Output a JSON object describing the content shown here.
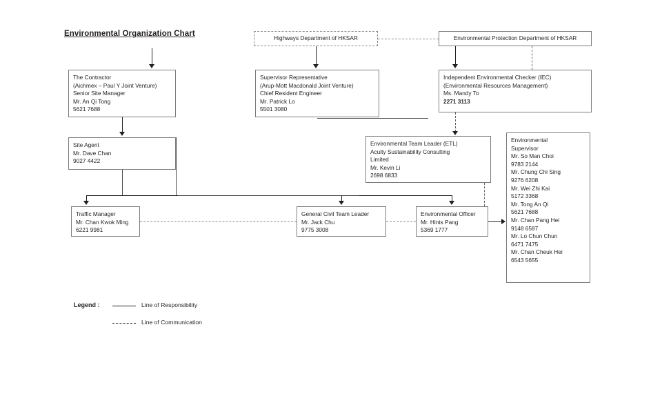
{
  "title": "Environmental Organization Chart",
  "nodes": {
    "highways_dept": {
      "label": "Highways Department of HKSAR",
      "style": "dashed"
    },
    "epd": {
      "label": "Environmental Protection Department of HKSAR",
      "style": "solid"
    },
    "contractor": {
      "lines": [
        "The Contractor",
        "(Aichmex – Paul Y Joint Venture)",
        "Senior Site Manager",
        "Mr. An Qi Tong",
        "5621 7688"
      ]
    },
    "supervisor_rep": {
      "lines": [
        "Supervisor Representative",
        "(Arup-Mott Macdonald Joint Venture)",
        "Chief Resident Engineer",
        "Mr. Patrick Lo",
        "5501 3080"
      ]
    },
    "iec": {
      "lines": [
        "Independent Environmental Checker (IEC)",
        "(Environmental Resources Management)",
        "Ms. Mandy To"
      ],
      "bold_lines": [
        "2271 3113"
      ]
    },
    "site_agent": {
      "lines": [
        "Site Agent",
        "Mr. Dave Chan",
        "9027 4422"
      ]
    },
    "etl": {
      "lines": [
        "Environmental Team Leader (ETL)",
        "Acuity Sustainability Consulting",
        "Limited",
        "Mr. Kevin Li",
        "2698 6833"
      ]
    },
    "env_supervisor": {
      "lines": [
        "Environmental",
        "Supervisor",
        "Mr. So Man Choi",
        "9783 2144",
        "Mr. Chung Chi Sing",
        "9276 6208",
        "Mr. Wei Zhi Kai",
        "5172 3368",
        "Mr. Tong An Qi",
        "5621 7688",
        "Mr. Chan Pang Hei",
        "9148 6587",
        "Mr. Lo Chun Chun",
        "6471 7475",
        "Mr. Chan Cheuk Hei",
        "6543 5655"
      ]
    },
    "traffic_manager": {
      "lines": [
        "Traffic Manager",
        "Mr. Chan Kwok Ming",
        "6221 9981"
      ]
    },
    "general_civil": {
      "lines": [
        "General Civil Team Leader",
        "Mr. Jack Chu",
        "9775 3008"
      ]
    },
    "env_officer": {
      "lines": [
        "Environmental Officer",
        "Mr. Hints Pang",
        "5369 1777"
      ]
    }
  },
  "legend": {
    "label": "Legend :",
    "responsibility": "Line of Responsibility",
    "communication": "Line of Communication"
  },
  "colors": {
    "text": "#231f20",
    "box_border": "#7b7b7b",
    "connector": "#231f20",
    "dashed_connector": "#8d8d8d",
    "background": "#ffffff"
  }
}
